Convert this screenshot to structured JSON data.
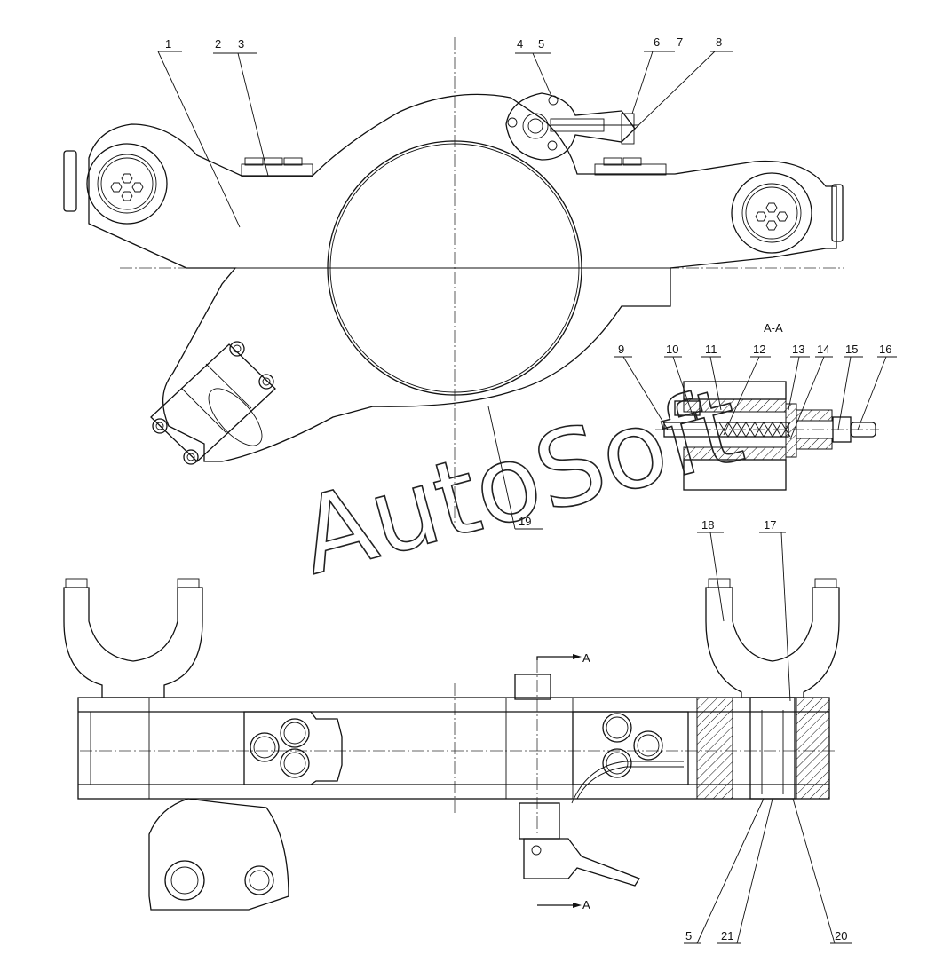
{
  "callouts": [
    "1",
    "2",
    "3",
    "4",
    "5",
    "6",
    "7",
    "8",
    "9",
    "10",
    "11",
    "12",
    "13",
    "14",
    "15",
    "16",
    "17",
    "18",
    "19",
    "20",
    "21"
  ],
  "callout_bottom_5": "5",
  "section_title": "A-A",
  "section_marker_top": "A",
  "section_marker_bottom": "A",
  "watermark": "AutoSoft"
}
